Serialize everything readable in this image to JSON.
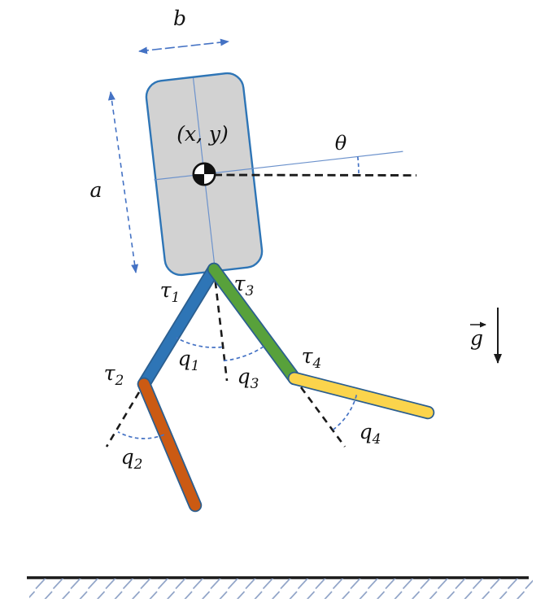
{
  "figure": {
    "description": "Planar biped robot model diagram: tilted torso with center of mass, two 2-link legs with joint torques and angles, gravity vector and hatched ground"
  },
  "dimension_labels": {
    "width": "b",
    "height": "a"
  },
  "com_label": "(x, y)",
  "pitch_label": "θ",
  "gravity_label": "g",
  "joint_labels": {
    "torques": [
      {
        "base": "τ",
        "sub": "1"
      },
      {
        "base": "τ",
        "sub": "2"
      },
      {
        "base": "τ",
        "sub": "3"
      },
      {
        "base": "τ",
        "sub": "4"
      }
    ],
    "angles": [
      {
        "base": "q",
        "sub": "1"
      },
      {
        "base": "q",
        "sub": "2"
      },
      {
        "base": "q",
        "sub": "3"
      },
      {
        "base": "q",
        "sub": "4"
      }
    ]
  },
  "colors": {
    "torso_fill": "#D2D2D2",
    "torso_stroke": "#2E75B6",
    "left_thigh": "#2E75B6",
    "left_shin": "#CB5A13",
    "right_thigh": "#58A13B",
    "right_shin": "#FBD44C",
    "link_outline": "#2B5E8F",
    "annotation_blue": "#4472C4",
    "ink": "#1A1A1A",
    "ground_hatch": "#92A5C8"
  }
}
